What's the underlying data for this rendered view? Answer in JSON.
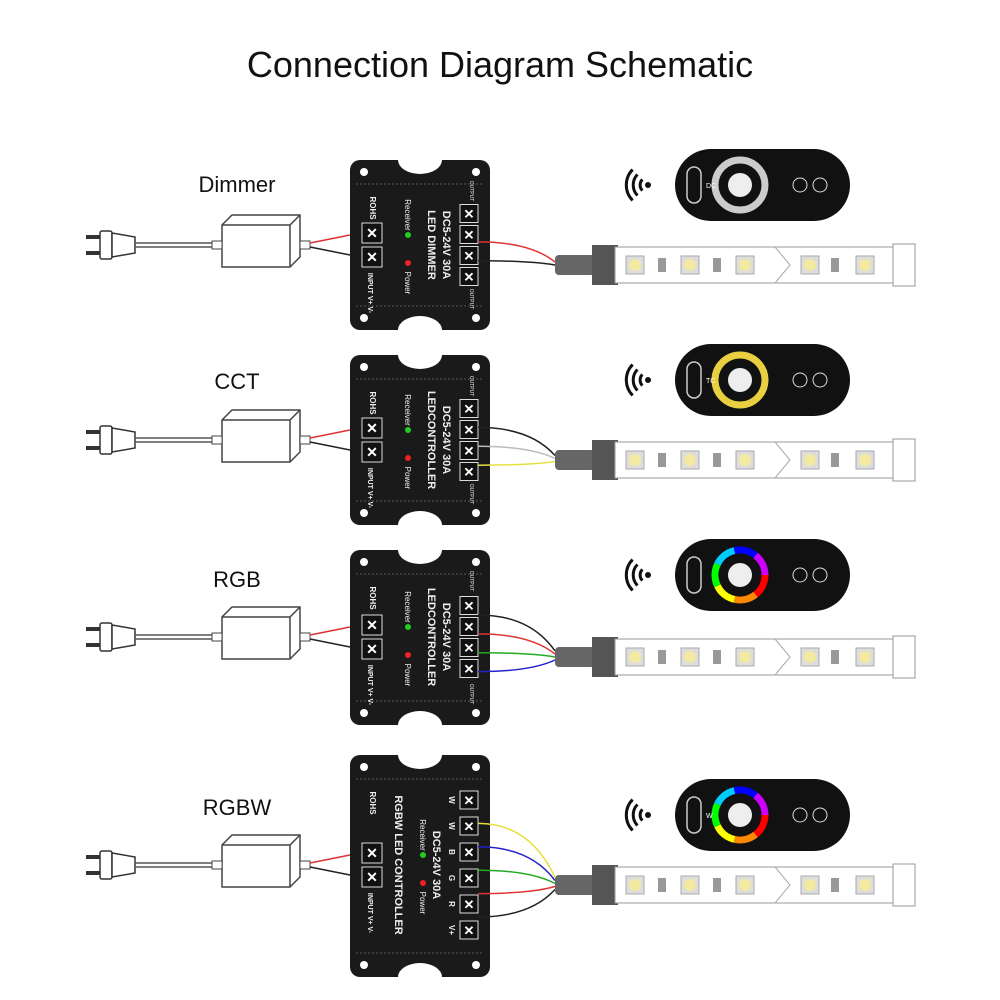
{
  "title": "Connection Diagram Schematic",
  "rows": [
    {
      "label": "Dimmer",
      "controller": {
        "name": "LED DIMMER",
        "rating": "DC5-24V 30A",
        "outputs": [
          "",
          "",
          "",
          ""
        ]
      },
      "wires": [
        "#d33",
        "#222"
      ],
      "remote": {
        "type": "dimmer",
        "ring": "#ccc",
        "mark": "DC"
      }
    },
    {
      "label": "CCT",
      "controller": {
        "name": "LEDCONTROLLER",
        "rating": "DC5-24V 30A",
        "outputs": [
          "",
          "",
          "",
          ""
        ]
      },
      "wires": [
        "#222",
        "#eee",
        "#e8e040"
      ],
      "remote": {
        "type": "cct",
        "ring": "#e8d040",
        "mark": "TC"
      }
    },
    {
      "label": "RGB",
      "controller": {
        "name": "LEDCONTROLLER",
        "rating": "DC5-24V 30A",
        "outputs": [
          "",
          "",
          "",
          ""
        ]
      },
      "wires": [
        "#222",
        "#d33",
        "#2a2",
        "#22c"
      ],
      "remote": {
        "type": "rgb",
        "ring": "rainbow",
        "mark": ""
      }
    },
    {
      "label": "RGBW",
      "controller": {
        "name": "RGBW LED CONTROLLER",
        "rating": "DC5-24V 30A",
        "outputs": [
          "W",
          "W",
          "B",
          "G",
          "R",
          "V+"
        ]
      },
      "wires": [
        "#e8e040",
        "#22c",
        "#2a2",
        "#d33",
        "#222"
      ],
      "remote": {
        "type": "rgbw",
        "ring": "rainbow",
        "mark": "W"
      }
    }
  ],
  "controller_labels": {
    "rohs": "ROHS",
    "receiver": "Receiver",
    "power": "Power",
    "input": "INPUT",
    "vplus": "V+",
    "vminus": "V-",
    "output": "OUTPUT"
  },
  "colors": {
    "controller": "#1a1a1a",
    "led": "#f4e9a0",
    "receiver_led": "#2c2",
    "power_led": "#e22"
  },
  "icons": [
    "plug-icon",
    "power-supply-icon",
    "wireless-signal-icon",
    "remote-control-icon",
    "led-strip-icon"
  ]
}
